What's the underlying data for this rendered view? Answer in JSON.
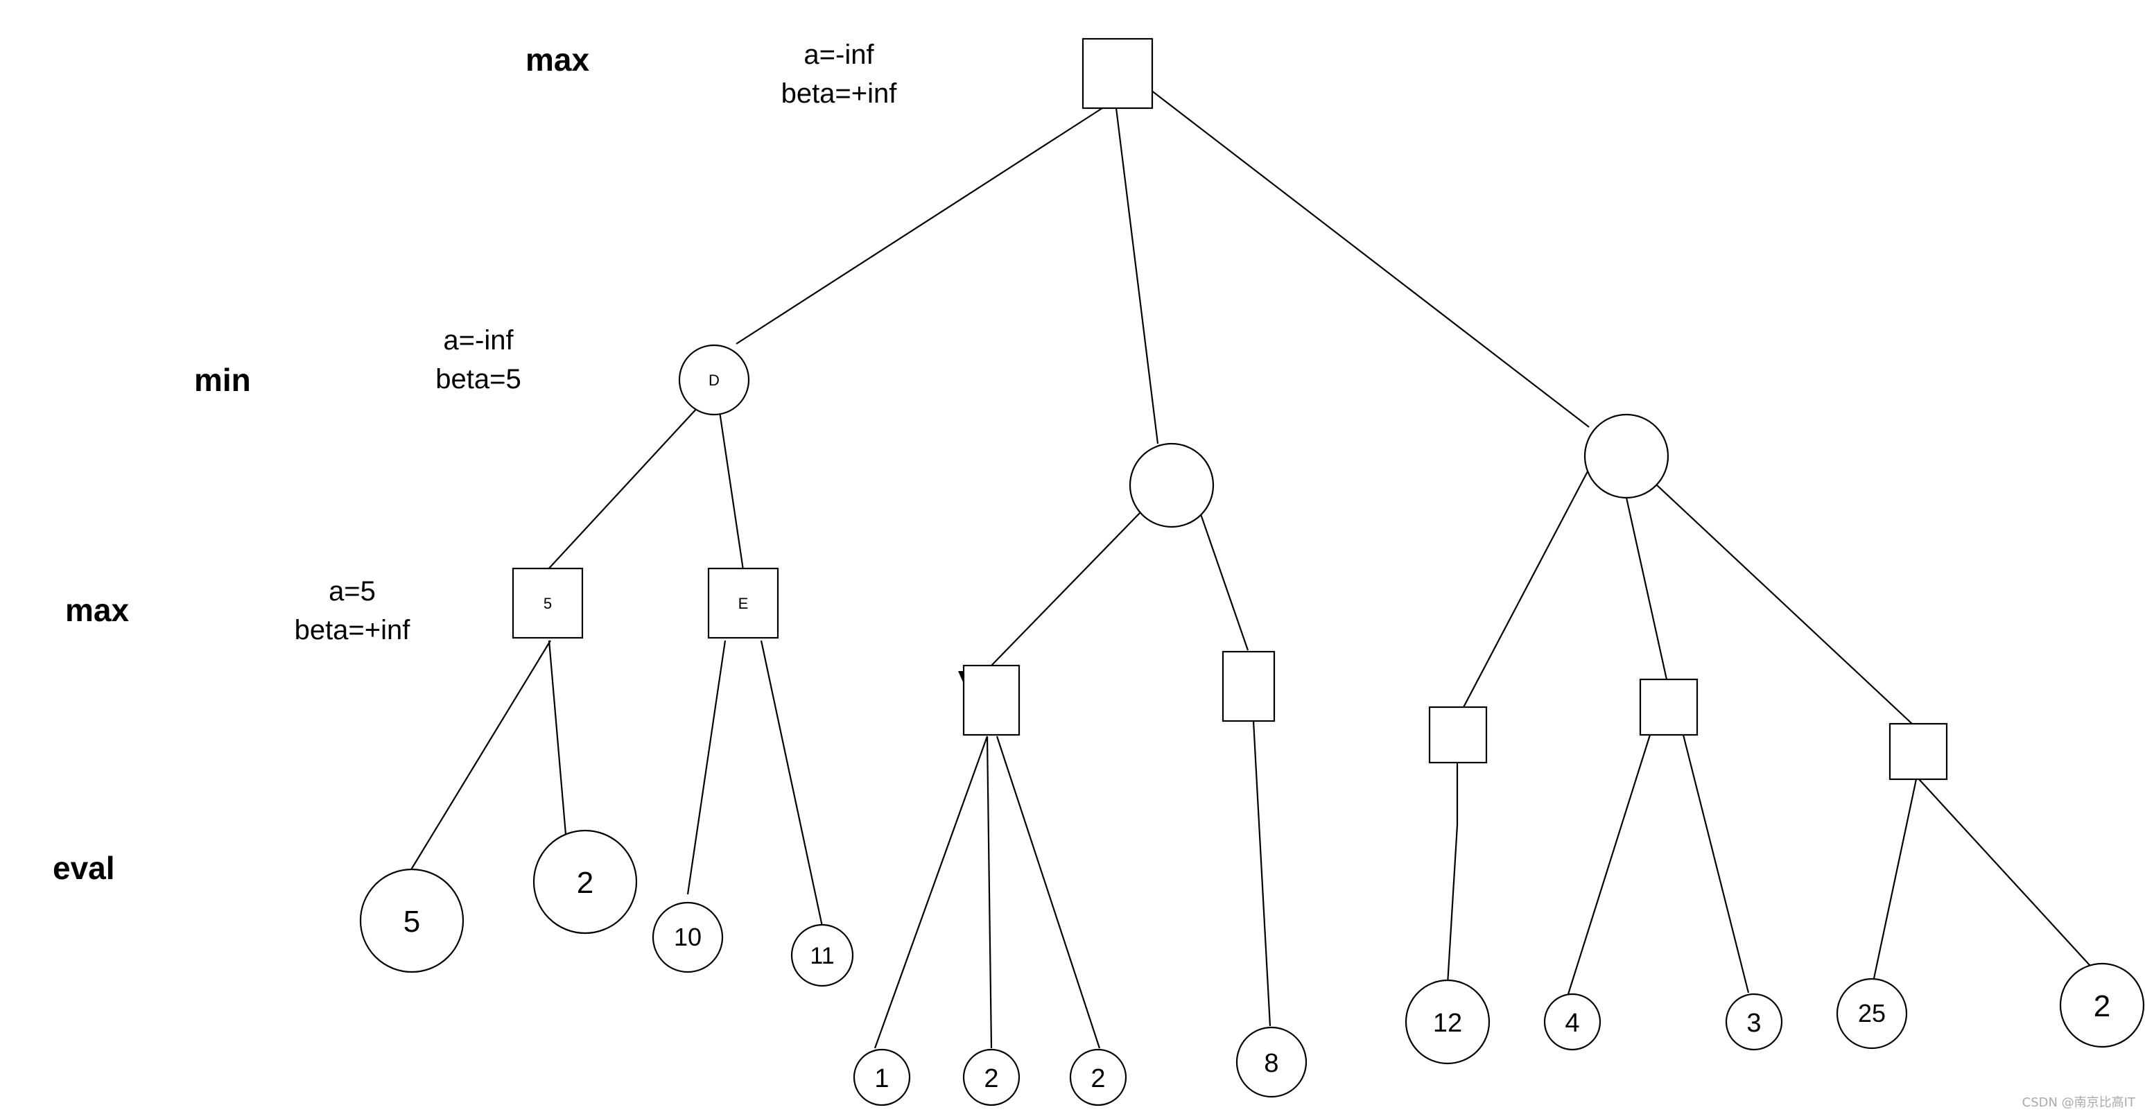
{
  "levels": {
    "level_max_top": "max",
    "level_min": "min",
    "level_max_mid": "max",
    "level_eval": "eval"
  },
  "annotations": {
    "root_alpha": "a=-inf",
    "root_beta": "beta=+inf",
    "min_alpha": "a=-inf",
    "min_beta": "beta=5",
    "max_alpha": "a=5",
    "max_beta": "beta=+inf"
  },
  "nodes": {
    "node_d": "D",
    "node_5": "5",
    "node_e": "E",
    "leaf_5": "5",
    "leaf_2a": "2",
    "leaf_10": "10",
    "leaf_11": "11",
    "leaf_1": "1",
    "leaf_2b": "2",
    "leaf_2c": "2",
    "leaf_8": "8",
    "leaf_12": "12",
    "leaf_4": "4",
    "leaf_3": "3",
    "leaf_25": "25",
    "leaf_2d": "2"
  },
  "watermark": "CSDN @南京比高IT"
}
